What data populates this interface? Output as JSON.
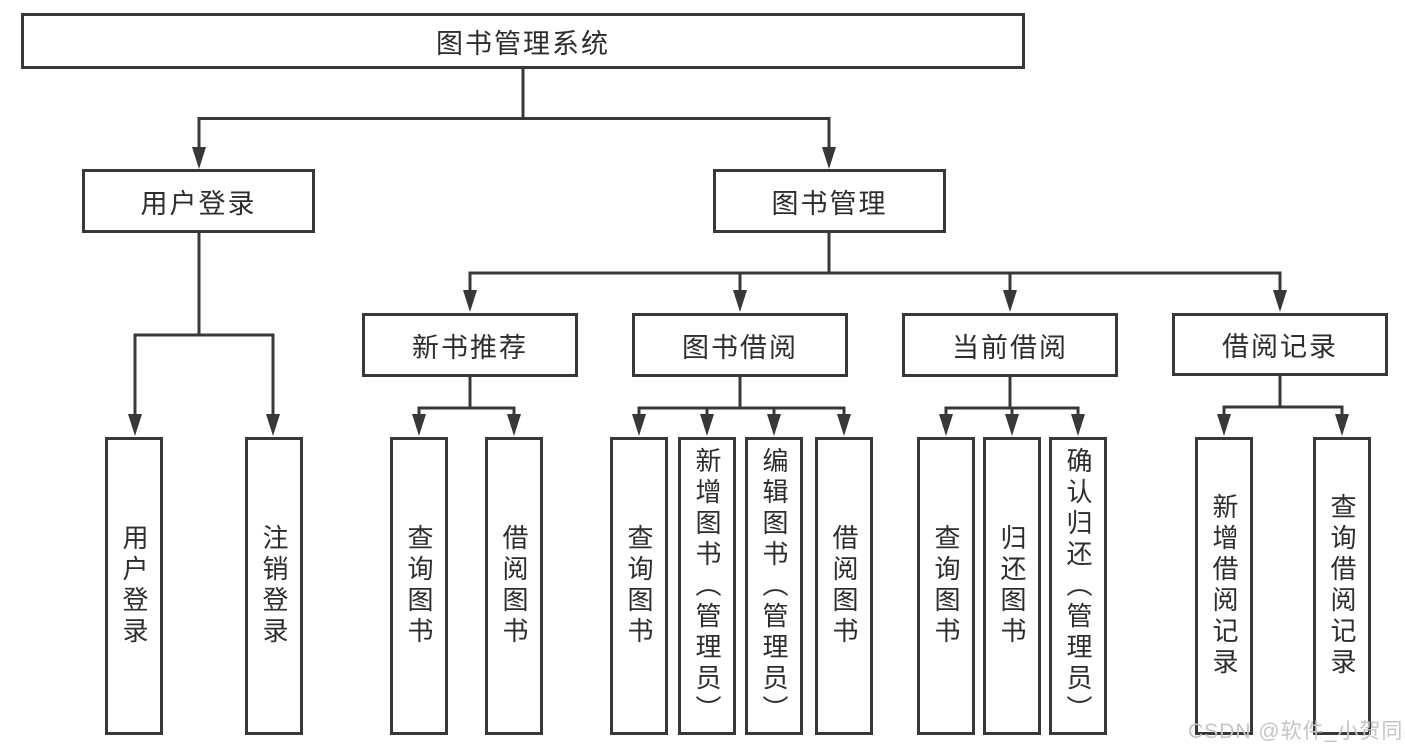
{
  "diagram": {
    "root": {
      "label": "图书管理系统"
    },
    "level2": [
      {
        "label": "用户登录"
      },
      {
        "label": "图书管理"
      }
    ],
    "level3": [
      {
        "label": "新书推荐"
      },
      {
        "label": "图书借阅"
      },
      {
        "label": "当前借阅"
      },
      {
        "label": "借阅记录"
      }
    ],
    "leaves": {
      "user_login": [
        "用户登录",
        "注销登录"
      ],
      "new_book_recommend": [
        "查询图书",
        "借阅图书"
      ],
      "book_borrow": [
        "查询图书",
        "新增图书（管理员）",
        "编辑图书（管理员）",
        "借阅图书"
      ],
      "current_borrow": [
        "查询图书",
        "归还图书",
        "确认归还（管理员）"
      ],
      "borrow_records": [
        "新增借阅记录",
        "查询借阅记录"
      ]
    },
    "colors": {
      "line": "#383838",
      "text": "#2d2d2d",
      "background": "#ffffff",
      "watermark": "#c5c5c5"
    },
    "watermark": "CSDN @软件_小贺同学"
  }
}
